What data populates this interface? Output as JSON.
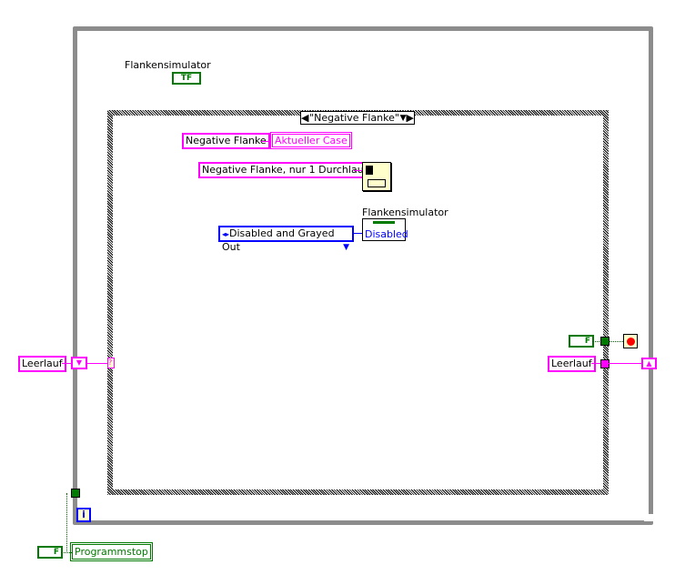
{
  "flankensimulator_label": "Flankensimulator",
  "flankensimulator_terminal": "TF",
  "case_selector": "\"Negative Flanke\"",
  "const_negative_flanke": "Negative Flanke",
  "indicator_aktueller_case": "Aktueller Case",
  "const_message": "Negative Flanke, nur 1 Durchlauf",
  "enum_disabled": "Disabled and Grayed Out",
  "property_node_label": "Flankensimulator",
  "property_disabled": "Disabled",
  "const_leerlauf_in": "Leerlauf",
  "const_leerlauf_out": "Leerlauf",
  "bool_false_1": "F",
  "bool_false_2": "F",
  "case_unknown": "?",
  "iteration": "i",
  "programmstop": "Programmstop",
  "colors": {
    "string": "#ff00ff",
    "boolean": "#007a00",
    "enum": "#0000ff",
    "loop": "#8c8c8c"
  }
}
